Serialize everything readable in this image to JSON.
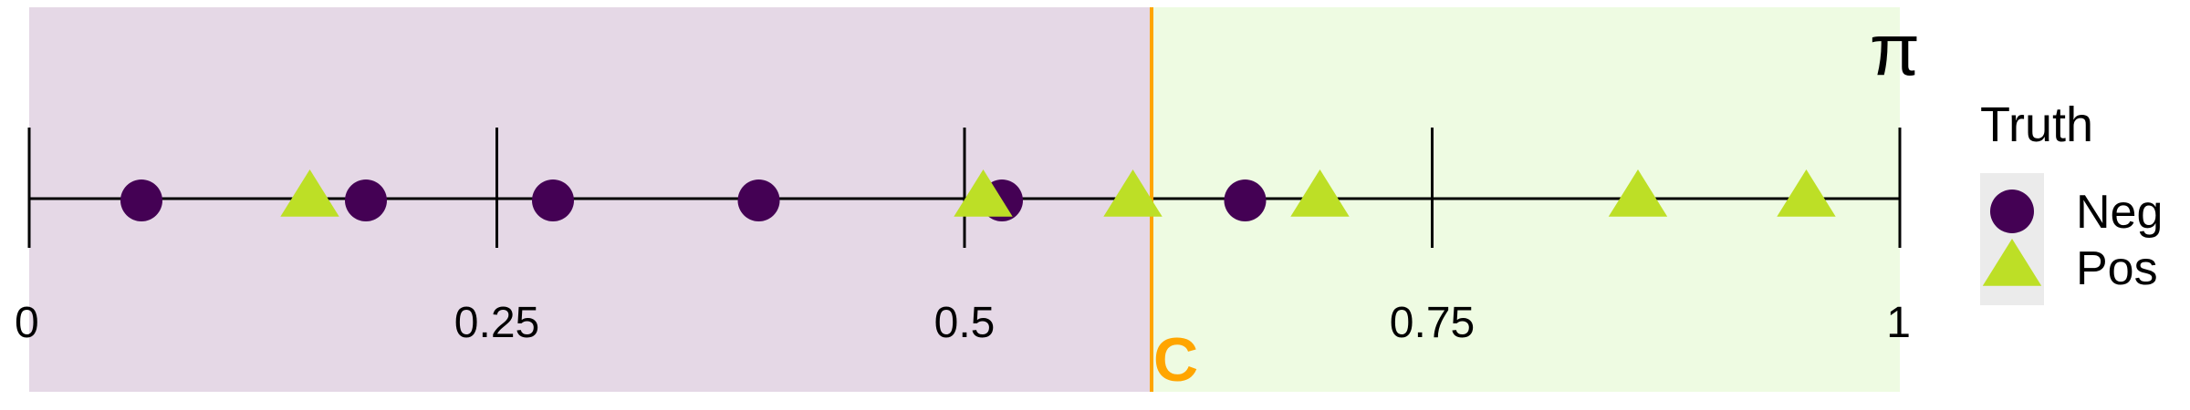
{
  "chart_data": {
    "type": "scatter",
    "axis_symbol": "π",
    "xlim": [
      0,
      1
    ],
    "ticks": [
      0,
      0.25,
      0.5,
      0.75,
      1
    ],
    "tick_labels": [
      "0",
      "0.25",
      "0.5",
      "0.75",
      "1"
    ],
    "cutoff": {
      "value": 0.6,
      "label": "C"
    },
    "regions": {
      "below_cutoff_color": "#e5d8e6",
      "above_cutoff_color": "#eefbe2"
    },
    "cutoff_color": "#ffa500",
    "legend": {
      "title": "Truth",
      "position": "right",
      "entries": [
        {
          "label": "Neg",
          "marker": "circle",
          "color": "#440154"
        },
        {
          "label": "Pos",
          "marker": "triangle",
          "color": "#bddf26"
        }
      ]
    },
    "series": [
      {
        "name": "Neg",
        "marker": "circle",
        "color": "#440154",
        "x": [
          0.06,
          0.18,
          0.28,
          0.39,
          0.52,
          0.65
        ]
      },
      {
        "name": "Pos",
        "marker": "triangle",
        "color": "#bddf26",
        "x": [
          0.15,
          0.51,
          0.59,
          0.69,
          0.86,
          0.95
        ]
      }
    ]
  }
}
